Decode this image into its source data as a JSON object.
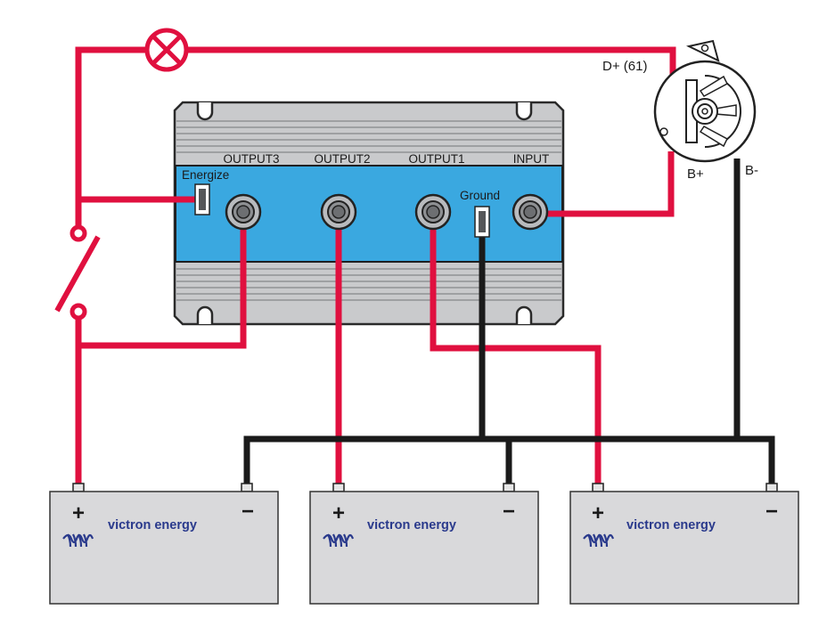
{
  "diagram": {
    "isolator": {
      "terminals": [
        "OUTPUT3",
        "OUTPUT2",
        "OUTPUT1",
        "INPUT"
      ],
      "energize_label": "Energize",
      "ground_label": "Ground"
    },
    "alternator": {
      "d_plus_label": "D+ (61)",
      "b_plus_label": "B+",
      "b_minus_label": "B-"
    },
    "batteries": [
      {
        "brand": "victron energy",
        "plus": "+",
        "minus": "−"
      },
      {
        "brand": "victron energy",
        "plus": "+",
        "minus": "−"
      },
      {
        "brand": "victron energy",
        "plus": "+",
        "minus": "−"
      }
    ],
    "colors": {
      "positive_wire": "#e0103f",
      "negative_wire": "#1a1a1a",
      "isolator_band": "#3aa8e0",
      "isolator_body": "#c9cacc",
      "battery_body": "#d9d9db",
      "brand": "#2a3a8c"
    }
  }
}
